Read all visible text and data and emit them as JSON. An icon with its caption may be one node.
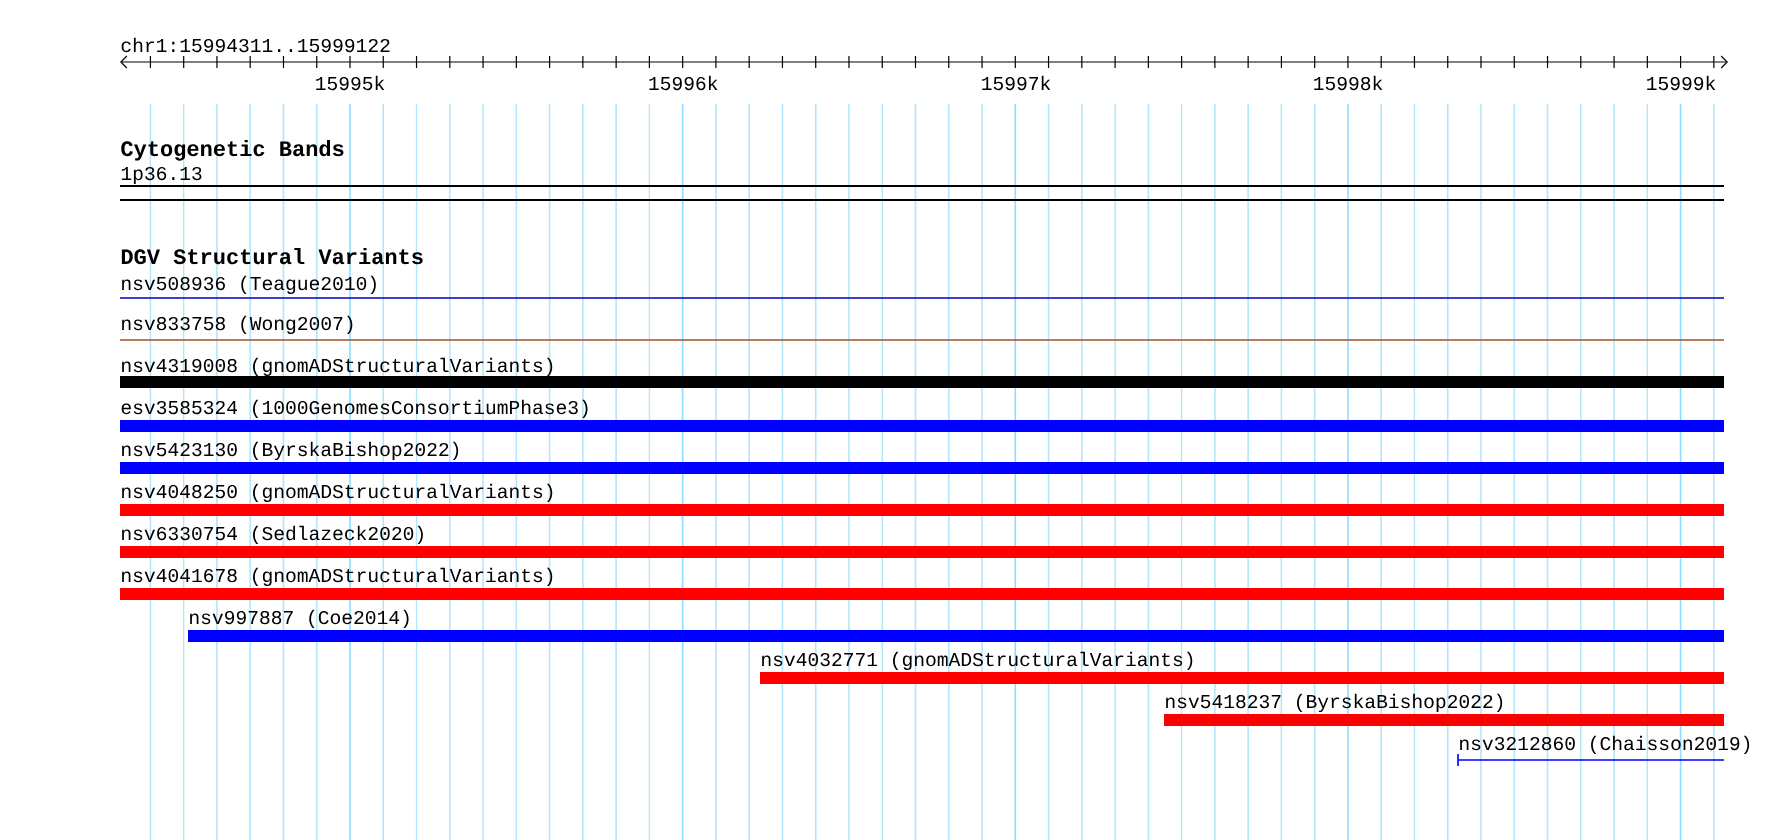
{
  "diagram": {
    "nodes": [
      {
        "text": [
          "1p36.13"
        ]
      },
      {
        "text": [
          "nsv508936 (Teague2010)"
        ]
      },
      {
        "text": [
          "nsv833758 (Wong2007)"
        ]
      },
      {
        "text": [
          "nsv4319008 (gnomADStructuralVariants)"
        ]
      },
      {
        "text": [
          "esv3585324 (1000GenomesConsortiumPhase3)"
        ]
      },
      {
        "text": [
          "nsv5423130 (ByrskaBishop2022)"
        ]
      },
      {
        "text": [
          "nsv4048250 (gnomADStructuralVariants)"
        ]
      },
      {
        "text": [
          "nsv6330754 (Sedlazeck2020)"
        ]
      },
      {
        "text": [
          "nsv4041678 (gnomADStructuralVariants)"
        ]
      },
      {
        "text": [
          "nsv997887 (Coe2014)"
        ]
      },
      {
        "text": [
          "nsv4032771 (gnomADStructuralVariants)"
        ]
      },
      {
        "text": [
          "nsv5418237 (ByrskaBishop2022)"
        ]
      },
      {
        "text": [
          "nsv3212860 (Chaisson2019)"
        ]
      }
    ],
    "labels": [
      "chr1:15994311..15999122",
      "15995k",
      "15996k",
      "15997k",
      "15998k",
      "15999k",
      "Cytogenetic Bands",
      "DGV Structural Variants"
    ]
  }
}
